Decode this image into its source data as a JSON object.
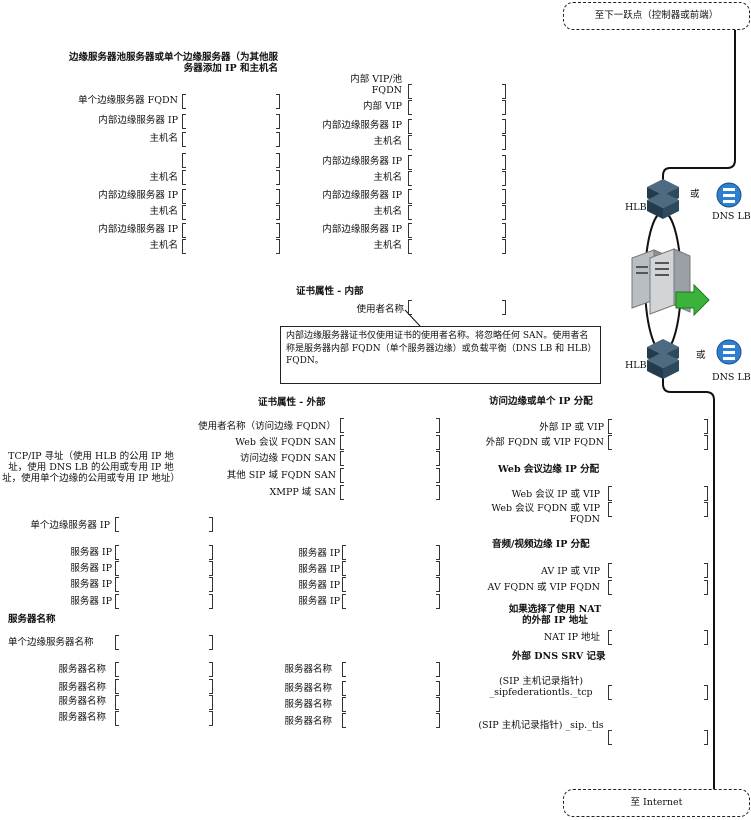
{
  "top_cloud": "至下一跃点（控制器或前端）",
  "bottom_cloud": "至 Internet",
  "pool_heading": "边缘服务器池服务器或单个边缘服务器（为其他服务器添加 IP 和主机名",
  "pool_left": {
    "single_fqdn": "单个边缘服务器 FQDN",
    "internal_ip_1": "内部边缘服务器 IP",
    "hostname_1": "主机名",
    "hostname_2": "主机名",
    "internal_ip_2": "内部边缘服务器 IP",
    "hostname_3": "主机名",
    "internal_ip_3": "内部边缘服务器 IP",
    "hostname_4": "主机名"
  },
  "pool_right": {
    "vip_fqdn": "内部 VIP/池 FQDN",
    "vip": "内部 VIP",
    "internal_ip_1": "内部边缘服务器 IP",
    "hostname_1": "主机名",
    "internal_ip_2": "内部边缘服务器 IP",
    "hostname_2": "主机名",
    "internal_ip_3": "内部边缘服务器 IP",
    "hostname_3": "主机名",
    "internal_ip_4": "内部边缘服务器 IP",
    "hostname_4": "主机名"
  },
  "cert_internal": {
    "title": "证书属性 - 内部",
    "subject_name": "使用者名称",
    "note": "内部边缘服务器证书仅使用证书的使用者名称。将忽略任何 SAN。使用者名称是服务器内部 FQDN（单个服务器边缘）或负载平衡（DNS LB 和 HLB）FQDN。"
  },
  "cert_external": {
    "title": "证书属性 - 外部",
    "subject_name": "使用者名称（访问边缘 FQDN）",
    "web_conf_san": "Web 会议 FQDN SAN",
    "access_edge_san": "访问边缘 FQDN SAN",
    "other_sip_san": "其他 SIP 域 FQDN SAN",
    "xmpp_san": "XMPP 域 SAN"
  },
  "tcpip": {
    "heading": "TCP/IP 寻址（使用 HLB 的公用 IP 地址，使用 DNS LB 的公用或专用 IP 地址，使用单个边缘的公用或专用 IP 地址）",
    "single_ip": "单个边缘服务器 IP",
    "server_ip": "服务器 IP"
  },
  "server_names": {
    "heading": "服务器名称",
    "single_name": "单个边缘服务器名称",
    "server_name": "服务器名称"
  },
  "access_edge": {
    "heading": "访问边缘或单个 IP 分配",
    "external_ip": "外部 IP 或 VIP",
    "external_fqdn": "外部 FQDN 或 VIP FQDN"
  },
  "web_edge": {
    "heading": "Web 会议边缘 IP 分配",
    "ip": "Web 会议 IP 或 VIP",
    "fqdn": "Web 会议 FQDN 或 VIP FQDN"
  },
  "av_edge": {
    "heading": "音频/视频边缘 IP 分配",
    "ip": "AV IP 或 VIP",
    "fqdn": "AV FQDN 或 VIP FQDN"
  },
  "nat": {
    "heading": "如果选择了使用 NAT 的外部 IP 地址",
    "ip": "NAT IP 地址"
  },
  "srv": {
    "heading": "外部 DNS SRV 记录",
    "record1": "(SIP 主机记录指针) _sipfederationtls._tcp",
    "record2": "(SIP 主机记录指针) _sip._tls"
  },
  "network": {
    "hlb_label": "HLB",
    "or_label": "或",
    "dnslb_label": "DNS LB"
  },
  "colors": {
    "router": "#2e4a5e",
    "dnslb": "#2f7fd0",
    "arrow": "#3bb33b"
  }
}
